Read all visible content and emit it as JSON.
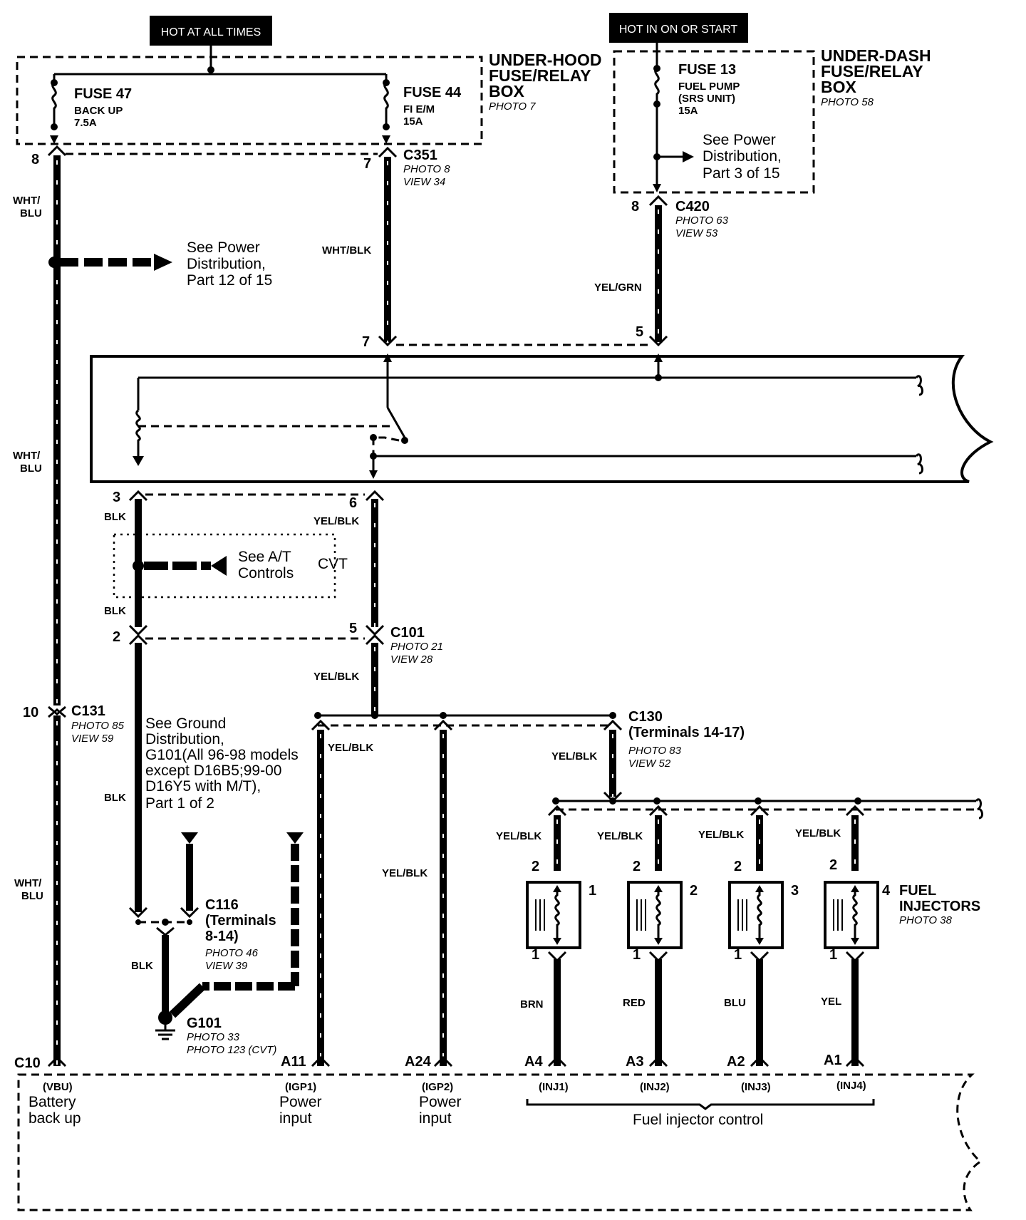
{
  "power_labels": {
    "hot_at_all_times": "HOT AT ALL TIMES",
    "hot_in_on_or_start": "HOT IN ON OR START"
  },
  "boxes": {
    "under_hood": [
      "UNDER-HOOD",
      "FUSE/RELAY",
      "BOX"
    ],
    "under_hood_photo": "PHOTO 7",
    "under_dash": [
      "UNDER-DASH",
      "FUSE/RELAY",
      "BOX"
    ],
    "under_dash_photo": "PHOTO 58"
  },
  "fuses": {
    "f47": {
      "name": "FUSE 47",
      "desc": "BACK UP",
      "rating": "7.5A"
    },
    "f44": {
      "name": "FUSE 44",
      "desc": "FI E/M",
      "rating": "15A"
    },
    "f13": {
      "name": "FUSE 13",
      "desc1": "FUEL PUMP",
      "desc2": "(SRS UNIT)",
      "rating": "15A"
    }
  },
  "connectors": {
    "c351": {
      "name": "C351",
      "photo": "PHOTO 8",
      "view": "VIEW 34"
    },
    "c420": {
      "name": "C420",
      "photo": "PHOTO 63",
      "view": "VIEW 53"
    },
    "c101": {
      "name": "C101",
      "photo": "PHOTO 21",
      "view": "VIEW 28"
    },
    "c131": {
      "name": "C131",
      "photo": "PHOTO 85",
      "view": "VIEW 59"
    },
    "c130": {
      "name": "C130",
      "terminals": "(Terminals 14-17)",
      "photo": "PHOTO 83",
      "view": "VIEW 52"
    },
    "c116": {
      "name": "C116",
      "terminals1": "(Terminals",
      "terminals2": "8-14)",
      "photo": "PHOTO 46",
      "view": "VIEW 39"
    },
    "g101": {
      "name": "G101",
      "photo": "PHOTO 33",
      "photo2": "PHOTO 123 (CVT)"
    }
  },
  "notes": {
    "power_dist_3": [
      "See Power",
      "Distribution,",
      "Part 3 of 15"
    ],
    "power_dist_12": [
      "See Power",
      "Distribution,",
      "Part 12 of 15"
    ],
    "at_controls": [
      "See A/T",
      "Controls"
    ],
    "cvt": "CVT",
    "ground_dist": [
      "See Ground",
      "Distribution,",
      "G101(All 96-98 models",
      "except D16B5;99-00",
      "D16Y5 with M/T),",
      "Part 1 of 2"
    ]
  },
  "wire_colors": {
    "wht_blu_1": [
      "WHT/",
      "BLU"
    ],
    "wht_blu_2": [
      "WHT/",
      "BLU"
    ],
    "wht_blu_3": [
      "WHT/",
      "BLU"
    ],
    "wht_blk": "WHT/BLK",
    "yel_grn": "YEL/GRN",
    "blk_1": "BLK",
    "blk_2": "BLK",
    "blk_3": "BLK",
    "blk_4": "BLK",
    "yel_blk_1": "YEL/BLK",
    "yel_blk_2": "YEL/BLK",
    "yel_blk_3": "YEL/BLK",
    "yel_blk_4": "YEL/BLK",
    "yel_blk_5": "YEL/BLK",
    "yel_blk_6": "YEL/BLK",
    "yel_blk_7": "YEL/BLK",
    "yel_blk_8": "YEL/BLK",
    "yel_blk_9": "YEL/BLK",
    "brn": "BRN",
    "red": "RED",
    "blu": "BLU",
    "yel": "YEL"
  },
  "pins": {
    "p8a": "8",
    "p7a": "7",
    "p8b": "8",
    "p7b": "7",
    "p5a": "5",
    "p3": "3",
    "p6": "6",
    "p2": "2",
    "p5b": "5",
    "p10": "10",
    "inj_in": "2",
    "inj_out": "1",
    "c10": "C10",
    "a11": "A11",
    "a24": "A24",
    "a4": "A4",
    "a3": "A3",
    "a2": "A2",
    "a1": "A1"
  },
  "injectors": {
    "title": [
      "FUEL",
      "INJECTORS"
    ],
    "photo": "PHOTO 38",
    "numbers": [
      "1",
      "2",
      "3",
      "4"
    ]
  },
  "ecm_terminals": {
    "vbu": [
      "(VBU)",
      "Battery",
      "back up"
    ],
    "igp1": [
      "(IGP1)",
      "Power",
      "input"
    ],
    "igp2": [
      "(IGP2)",
      "Power",
      "input"
    ],
    "inj": [
      "(INJ1)",
      "(INJ2)",
      "(INJ3)",
      "(INJ4)"
    ],
    "inj_control": "Fuel injector control"
  }
}
